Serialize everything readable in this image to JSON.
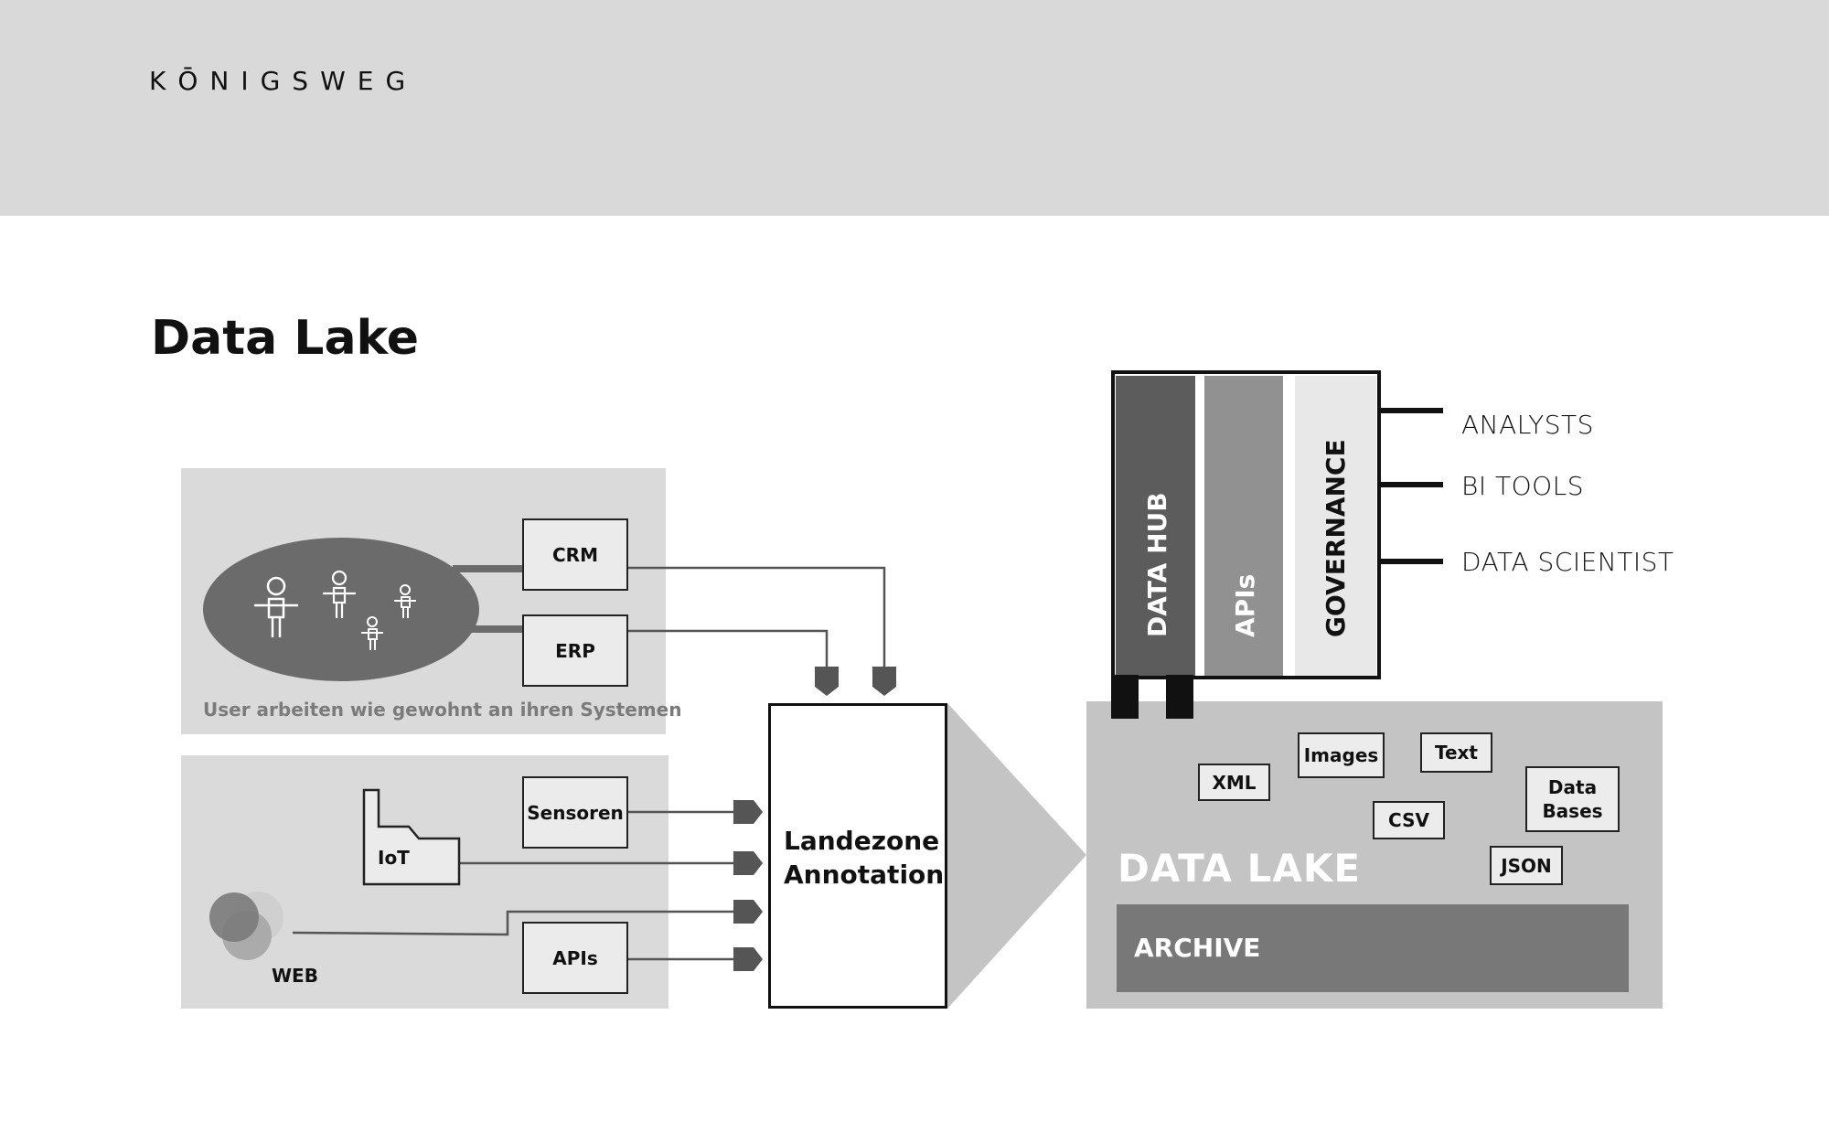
{
  "header": {
    "brand": "KŌNIGSWEG"
  },
  "page": {
    "title": "Data Lake"
  },
  "sources": {
    "caption": "User arbeiten wie gewohnt an ihren Systemen",
    "crm": "CRM",
    "erp": "ERP",
    "sensoren": "Sensoren",
    "iot": "IoT",
    "web": "WEB",
    "apis": "APIs"
  },
  "landing_zone": {
    "line1": "Landezone",
    "line2": "Annotation"
  },
  "data_lake": {
    "title": "DATA LAKE",
    "archive": "ARCHIVE",
    "formats": {
      "xml": "XML",
      "images": "Images",
      "text": "Text",
      "csv": "CSV",
      "databases_line1": "Data",
      "databases_line2": "Bases",
      "json": "JSON"
    }
  },
  "hub": {
    "data_hub": "DATA HUB",
    "apis": "APIs",
    "governance": "GOVERNANCE"
  },
  "consumers": [
    "ANALYSTS",
    "BI TOOLS",
    "DATA SCIENTIST"
  ],
  "colors": {
    "header_bg": "#d9d9d9",
    "panel_bg": "#dadada",
    "lake_bg": "#c4c4c4",
    "archive_bg": "#787878",
    "data_hub": "#5c5c5c",
    "apis_col": "#919191"
  }
}
